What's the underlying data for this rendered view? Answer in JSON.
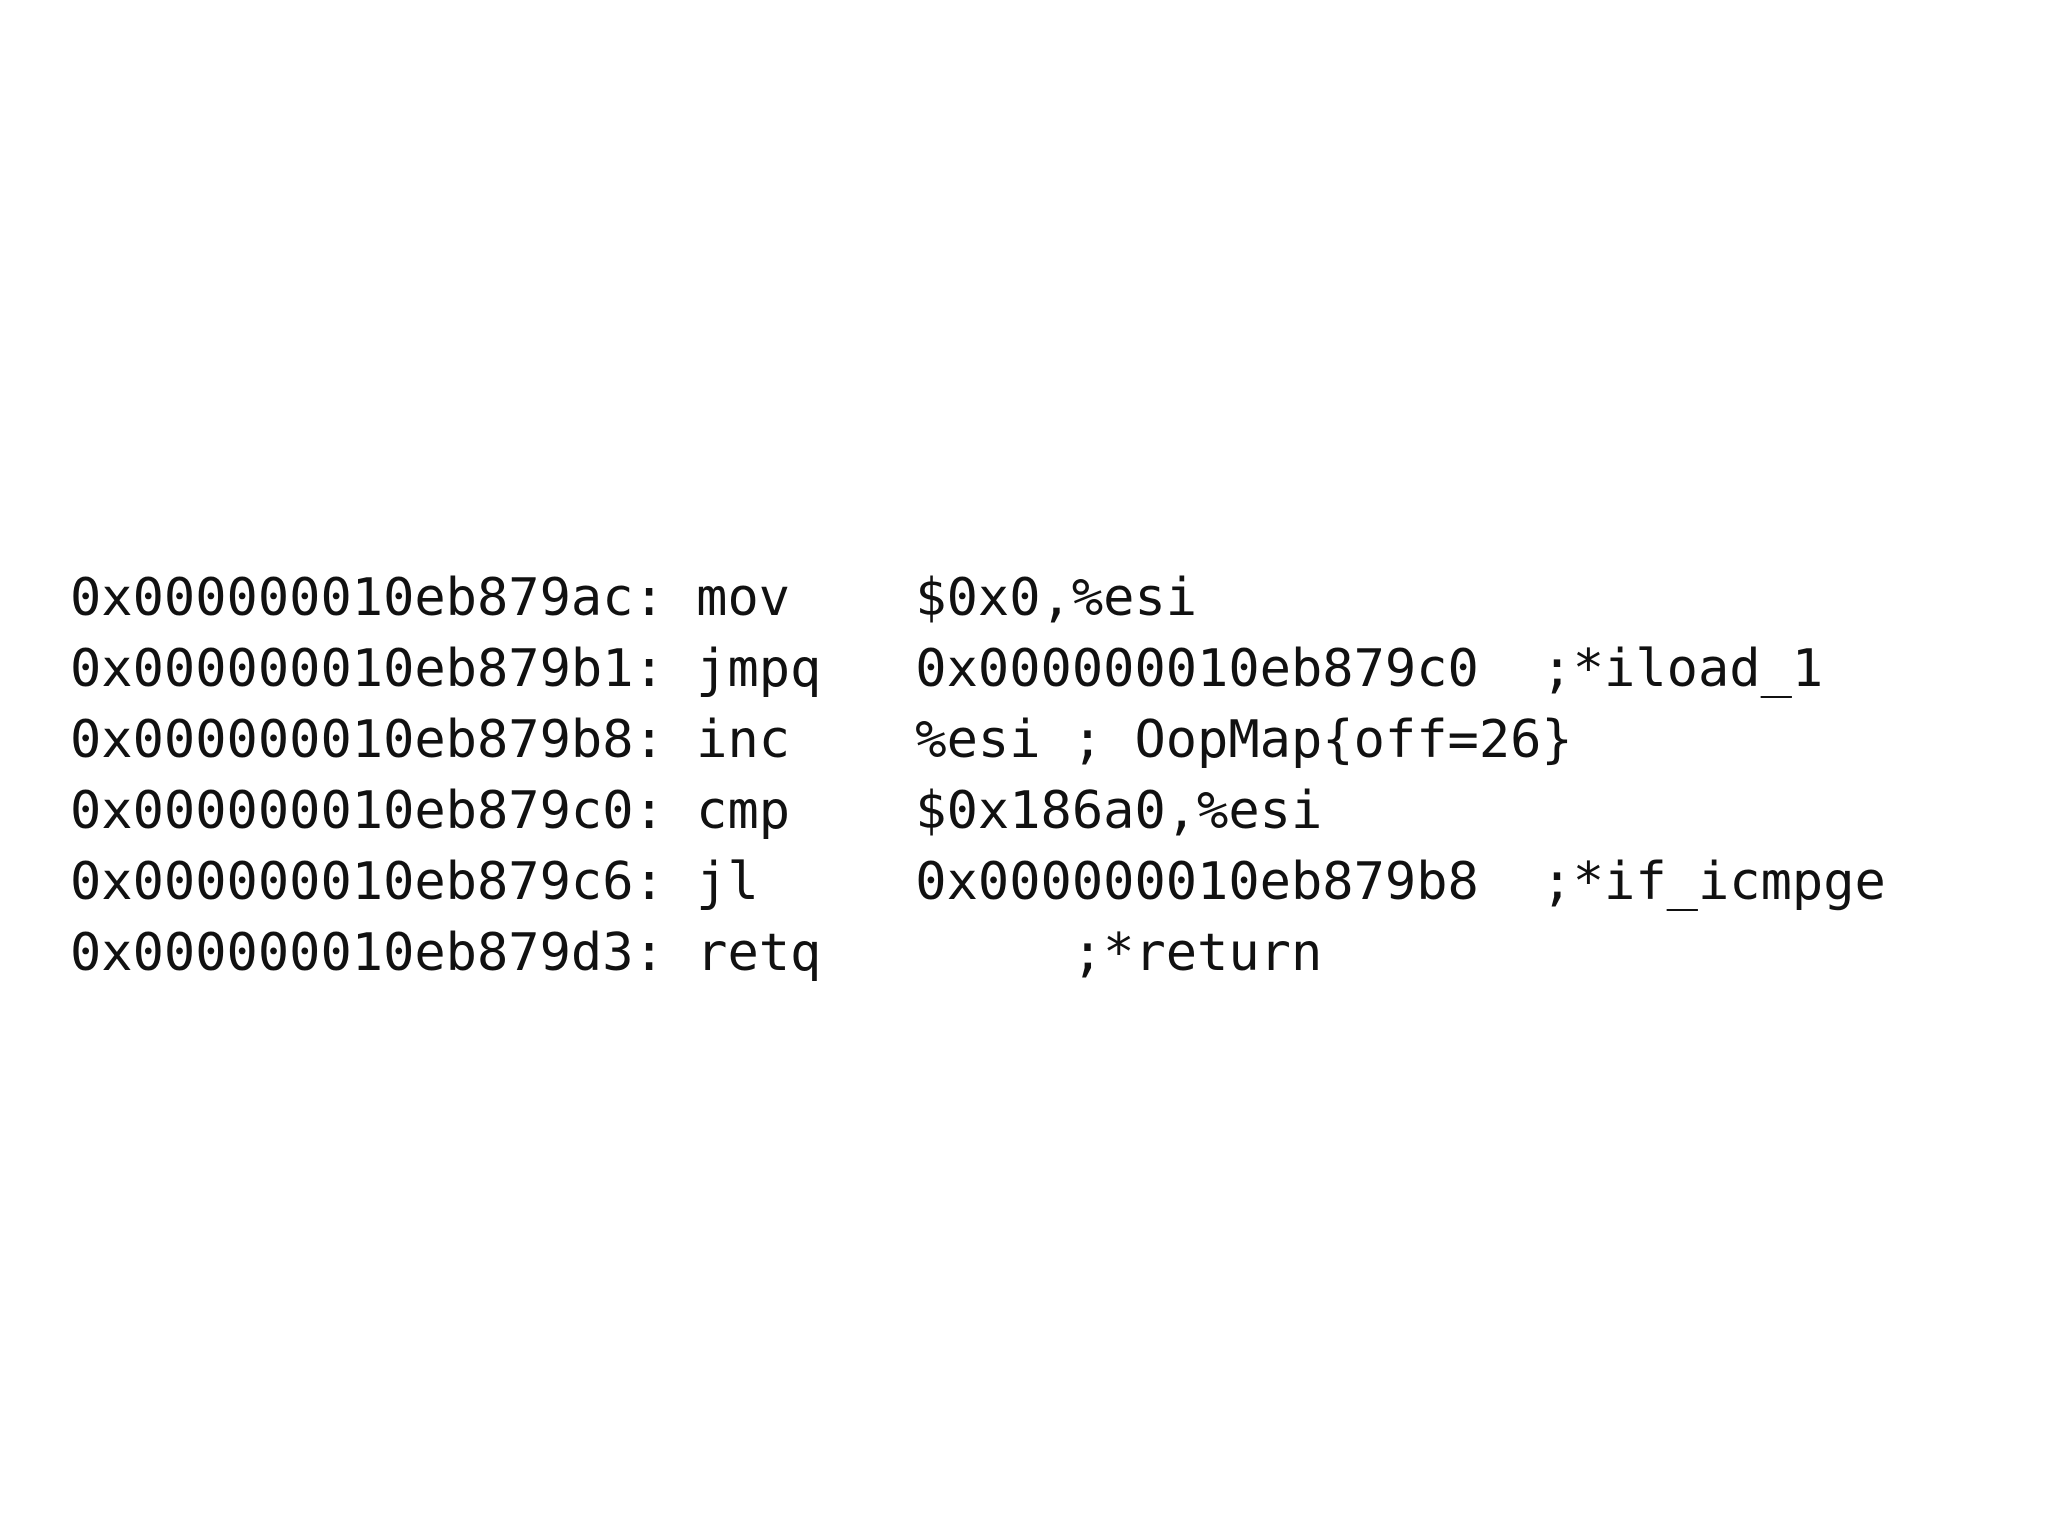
{
  "colors": {
    "background": "#ffffff",
    "text": "#111111"
  },
  "disassembly": {
    "lines": [
      {
        "address": "0x000000010eb879ac:",
        "mnemonic": "mov",
        "operands": "$0x0,%esi"
      },
      {
        "address": "0x000000010eb879b1:",
        "mnemonic": "jmpq",
        "operands": "0x000000010eb879c0  ;*iload_1"
      },
      {
        "address": "0x000000010eb879b8:",
        "mnemonic": "inc",
        "operands": "%esi ; OopMap{off=26}"
      },
      {
        "address": "0x000000010eb879c0:",
        "mnemonic": "cmp",
        "operands": "$0x186a0,%esi"
      },
      {
        "address": "0x000000010eb879c6:",
        "mnemonic": "jl",
        "operands": "0x000000010eb879b8  ;*if_icmpge"
      },
      {
        "address": "0x000000010eb879d3:",
        "mnemonic": "retq",
        "operands": "     ;*return"
      }
    ]
  }
}
